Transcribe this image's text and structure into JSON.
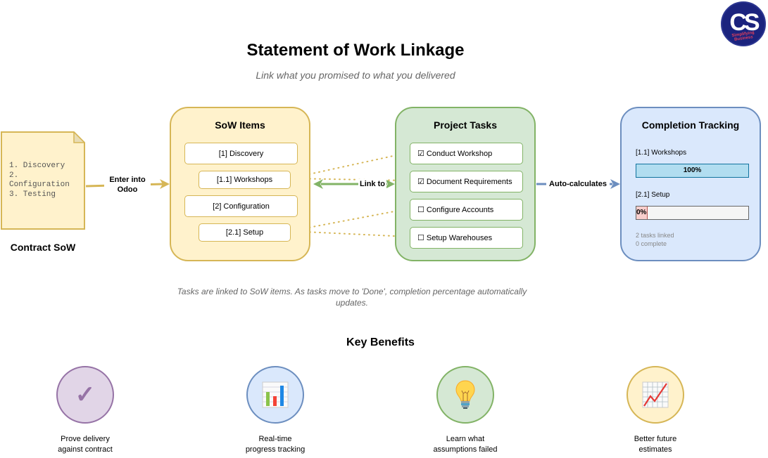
{
  "logo": {
    "initials": "CS",
    "tagline": "Simplifying Business"
  },
  "header": {
    "title": "Statement of Work Linkage",
    "subtitle": "Link what you promised to what you delivered"
  },
  "contract": {
    "lines": "1. Discovery\n2.\nConfiguration\n3. Testing",
    "label": "Contract SoW",
    "edge_label": "Enter into\nOdoo"
  },
  "sow": {
    "title": "SoW Items",
    "items": [
      {
        "label": "[1] Discovery",
        "level": 1
      },
      {
        "label": "[1.1] Workshops",
        "level": 2
      },
      {
        "label": "[2] Configuration",
        "level": 1
      },
      {
        "label": "[2.1] Setup",
        "level": 2
      }
    ]
  },
  "link_label": "Link to",
  "tasks": {
    "title": "Project Tasks",
    "items": [
      {
        "label": "☑ Conduct Workshop",
        "done": true
      },
      {
        "label": "☑ Document Requirements",
        "done": true
      },
      {
        "label": "☐ Configure Accounts",
        "done": false
      },
      {
        "label": "☐ Setup Warehouses",
        "done": false
      }
    ]
  },
  "auto_label": "Auto-calculates",
  "tracking": {
    "title": "Completion Tracking",
    "rows": [
      {
        "label": "[1.1] Workshops",
        "percent": 100,
        "text": "100%"
      },
      {
        "label": "[2.1] Setup",
        "percent": 0,
        "text": "0%"
      }
    ],
    "note_line1": "2 tasks linked",
    "note_line2": "0 complete"
  },
  "caption": "Tasks are linked to SoW items. As tasks move to 'Done', completion percentage automatically updates.",
  "benefits": {
    "title": "Key Benefits",
    "items": [
      {
        "icon": "checkmark-icon",
        "glyph": "✓",
        "line1": "Prove delivery",
        "line2": "against contract"
      },
      {
        "icon": "bar-chart-icon",
        "glyph": "📊",
        "line1": "Real-time",
        "line2": "progress tracking"
      },
      {
        "icon": "lightbulb-icon",
        "glyph": "💡",
        "line1": "Learn what",
        "line2": "assumptions failed"
      },
      {
        "icon": "trend-chart-icon",
        "glyph": "📈",
        "line1": "Better future",
        "line2": "estimates"
      }
    ]
  },
  "colors": {
    "sow_fill": "#fff2cc",
    "sow_stroke": "#d6b656",
    "task_fill": "#d5e8d4",
    "task_stroke": "#82b366",
    "track_fill": "#dae8fc",
    "track_stroke": "#6c8ebf",
    "purple_fill": "#e1d5e7",
    "purple_stroke": "#9673a6",
    "bar_full": "#b1ddf0",
    "bar_full_stroke": "#10739e",
    "bar_empty": "#f5f5f5",
    "bar_empty_stroke": "#666666",
    "bar_zero": "#f8cecc",
    "bar_zero_stroke": "#b85450"
  }
}
